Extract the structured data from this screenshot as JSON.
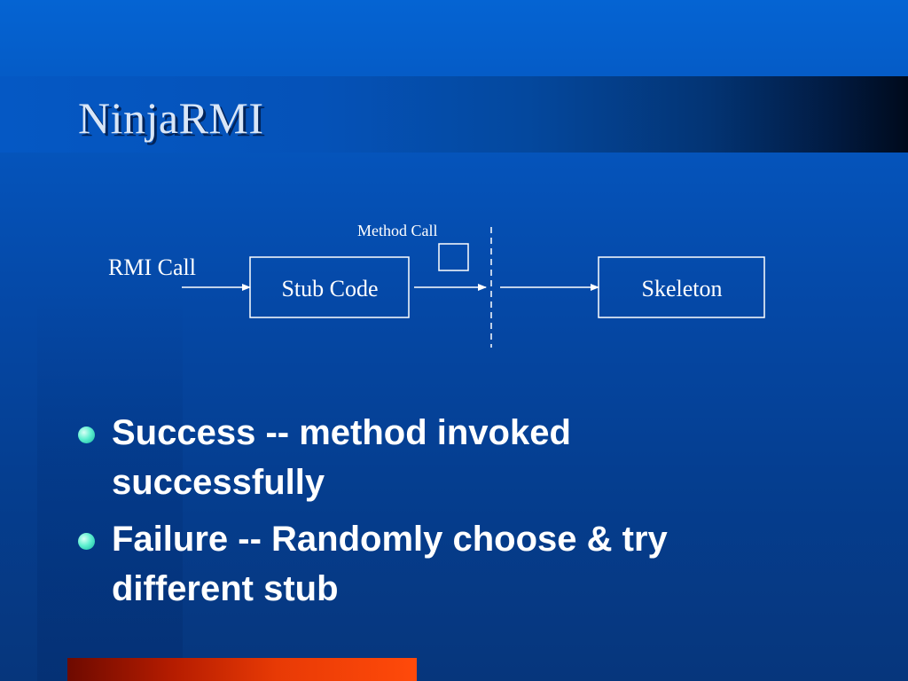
{
  "slide": {
    "title": "NinjaRMI",
    "colors": {
      "background": "#0558c4",
      "title_text": "#d9e6f7",
      "bullet_dot": "#5ff0d0",
      "accent_bar": "#e83a05"
    }
  },
  "diagram": {
    "rmi_call_label": "RMI Call",
    "method_call_label": "Method Call",
    "stub_label": "Stub Code",
    "skeleton_label": "Skeleton"
  },
  "bullets": [
    {
      "text": "Success -- method invoked successfully"
    },
    {
      "text": "Failure -- Randomly choose & try different stub"
    }
  ]
}
